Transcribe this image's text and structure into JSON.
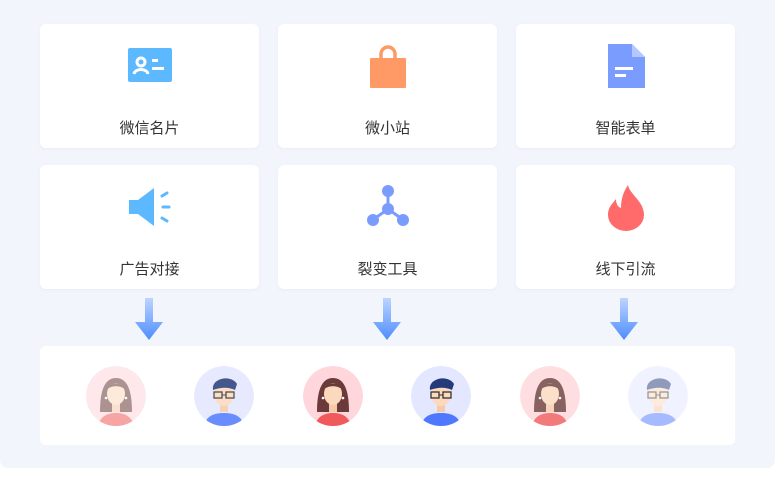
{
  "tools": [
    {
      "label": "微信名片",
      "icon": "contact-card-icon",
      "color": "#5cb8ff"
    },
    {
      "label": "微小站",
      "icon": "shopping-bag-icon",
      "color": "#ff9a66"
    },
    {
      "label": "智能表单",
      "icon": "document-icon",
      "color": "#7b9cff"
    },
    {
      "label": "广告对接",
      "icon": "megaphone-icon",
      "color": "#5cb8ff"
    },
    {
      "label": "裂变工具",
      "icon": "share-nodes-icon",
      "color": "#7b9cff"
    },
    {
      "label": "线下引流",
      "icon": "flame-icon",
      "color": "#ff6b6b"
    }
  ],
  "avatars": [
    {
      "type": "female",
      "opacity": 0.55
    },
    {
      "type": "male",
      "opacity": 0.85
    },
    {
      "type": "female",
      "opacity": 1
    },
    {
      "type": "male",
      "opacity": 1
    },
    {
      "type": "female",
      "opacity": 0.8
    },
    {
      "type": "male",
      "opacity": 0.5
    }
  ]
}
